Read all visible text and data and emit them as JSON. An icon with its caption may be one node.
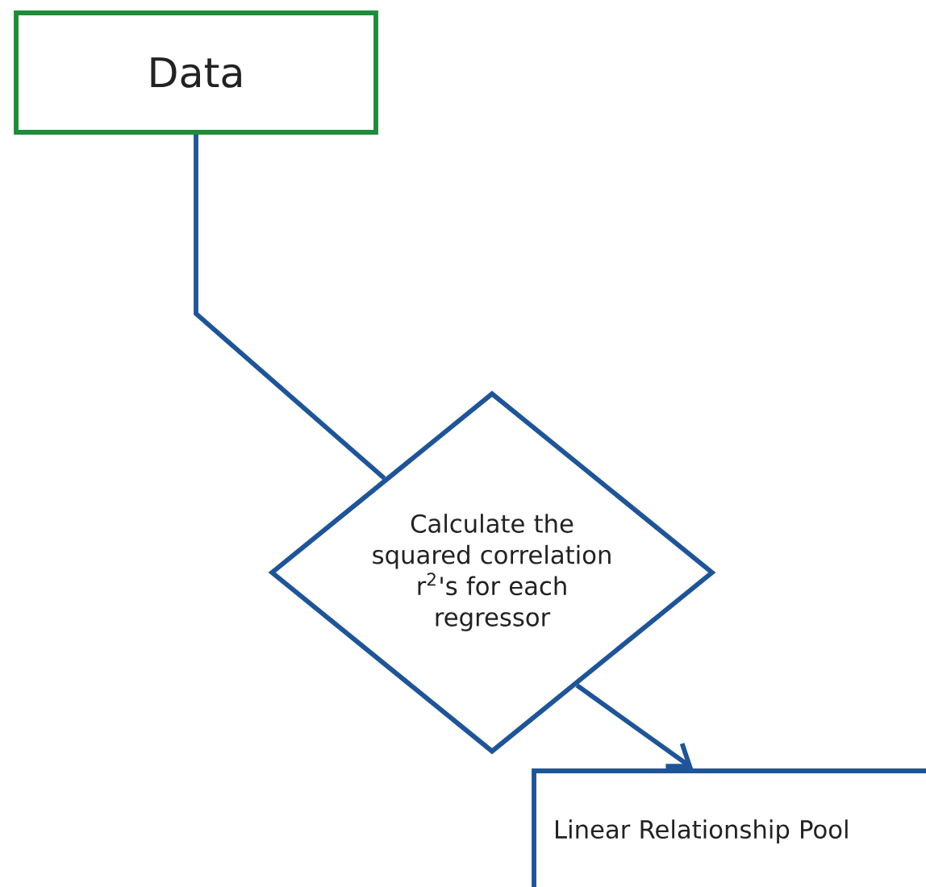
{
  "diagram": {
    "nodes": [
      {
        "text": [
          "Data"
        ]
      },
      {
        "text": [
          "Calculate the squared correlation r$^{2}$'s for each regressor"
        ]
      },
      {
        "text": [
          "Linear Relationship Pool"
        ]
      }
    ],
    "edges": [
      {
        "from": 0,
        "to": 1,
        "arrow": "none"
      },
      {
        "from": 1,
        "to": 2,
        "arrow": "to"
      }
    ]
  }
}
